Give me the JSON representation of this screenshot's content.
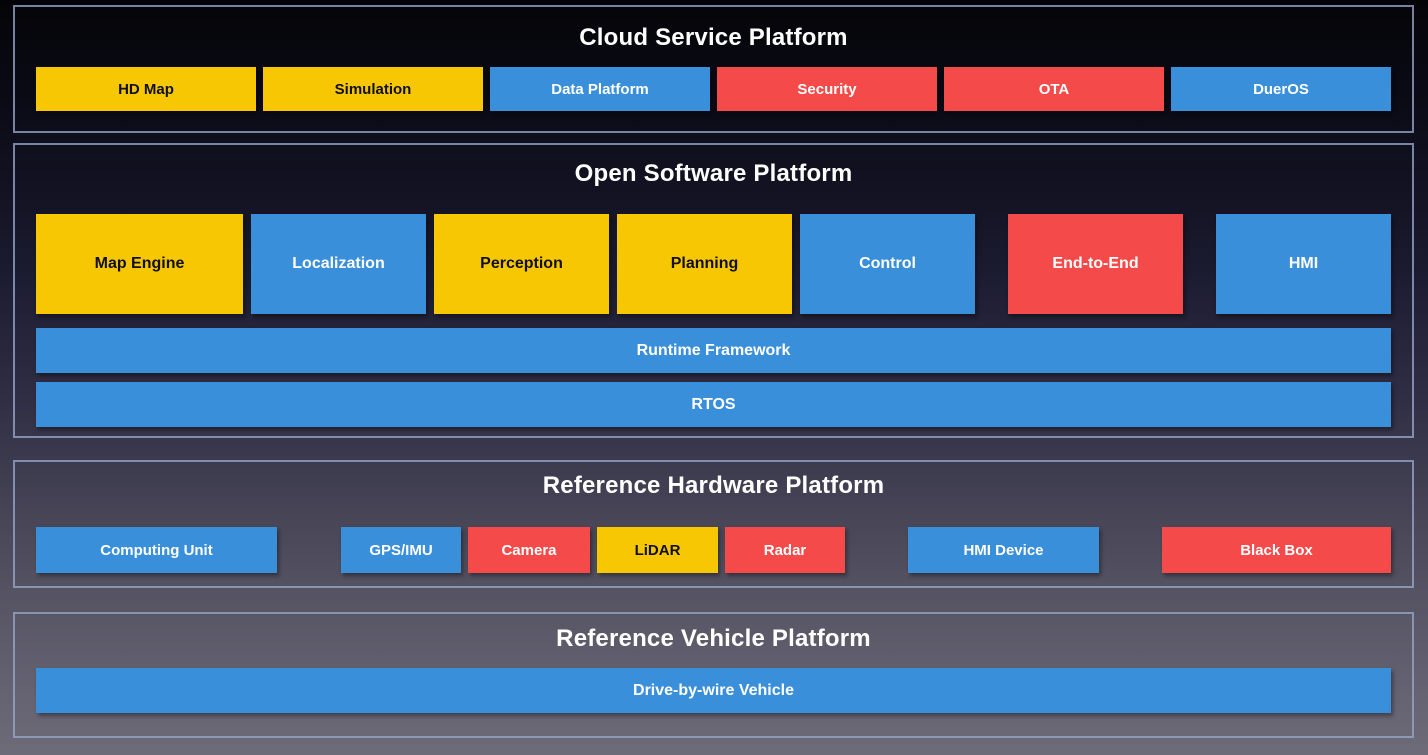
{
  "colors": {
    "yellow": "#f7c704",
    "blue": "#3a8fdb",
    "red": "#f44a4a",
    "section_border": "#96a6cb",
    "background_top": "#040408",
    "background_bottom": "#6e6b78"
  },
  "diagram": {
    "sections": [
      {
        "title": "Cloud Service Platform",
        "boxes": [
          {
            "label": "HD Map",
            "color": "yellow"
          },
          {
            "label": "Simulation",
            "color": "yellow"
          },
          {
            "label": "Data Platform",
            "color": "blue"
          },
          {
            "label": "Security",
            "color": "red"
          },
          {
            "label": "OTA",
            "color": "red"
          },
          {
            "label": "DuerOS",
            "color": "blue"
          }
        ]
      },
      {
        "title": "Open Software Platform",
        "modules": [
          {
            "label": "Map Engine",
            "color": "yellow"
          },
          {
            "label": "Localization",
            "color": "blue"
          },
          {
            "label": "Perception",
            "color": "yellow"
          },
          {
            "label": "Planning",
            "color": "yellow"
          },
          {
            "label": "Control",
            "color": "blue"
          },
          {
            "label": "End-to-End",
            "color": "red"
          },
          {
            "label": "HMI",
            "color": "blue"
          }
        ],
        "bars": [
          {
            "label": "Runtime Framework",
            "color": "blue"
          },
          {
            "label": "RTOS",
            "color": "blue"
          }
        ]
      },
      {
        "title": "Reference Hardware Platform",
        "boxes": [
          {
            "label": "Computing Unit",
            "color": "blue"
          },
          {
            "label": "GPS/IMU",
            "color": "blue"
          },
          {
            "label": "Camera",
            "color": "red"
          },
          {
            "label": "LiDAR",
            "color": "yellow"
          },
          {
            "label": "Radar",
            "color": "red"
          },
          {
            "label": "HMI Device",
            "color": "blue"
          },
          {
            "label": "Black Box",
            "color": "red"
          }
        ]
      },
      {
        "title": "Reference Vehicle Platform",
        "bars": [
          {
            "label": "Drive-by-wire Vehicle",
            "color": "blue"
          }
        ]
      }
    ]
  }
}
